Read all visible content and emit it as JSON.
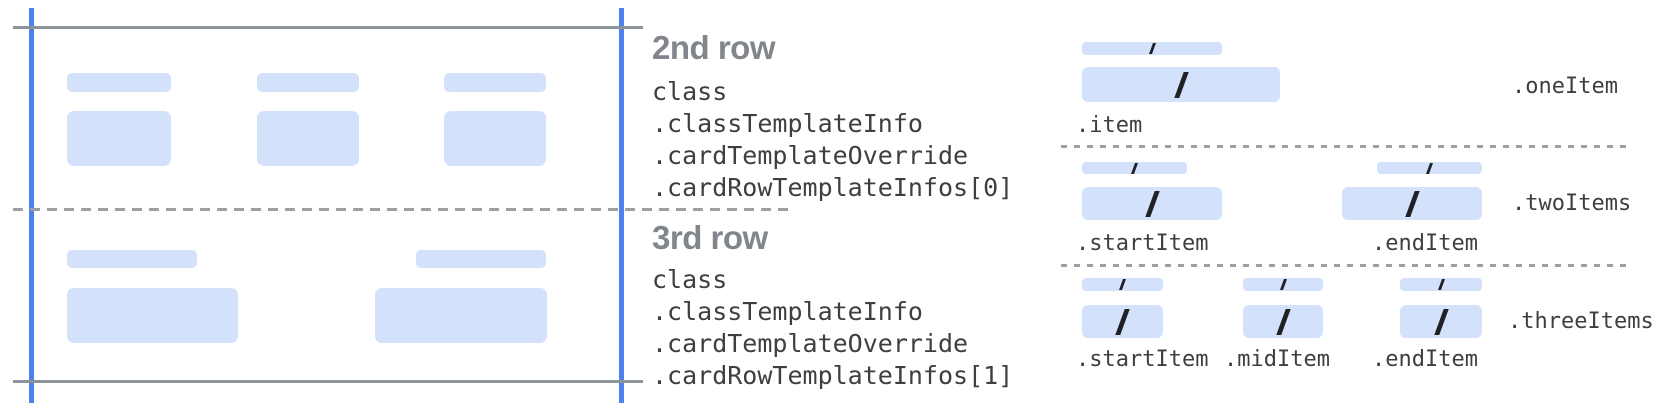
{
  "colors": {
    "accent_blue": "#4d82ee",
    "placeholder_blue": "#d4e1fb",
    "solid_line_gray": "#8e9398",
    "dashed_line_gray": "#9aa0a6",
    "heading_gray": "#80868b",
    "code_text": "#3c4043",
    "slash_dark": "#202124"
  },
  "card_rows": [
    {
      "heading": "2nd row",
      "code_lines": [
        "class",
        ".classTemplateInfo",
        ".cardTemplateOverride",
        ".cardRowTemplateInfos[0]"
      ]
    },
    {
      "heading": "3rd row",
      "code_lines": [
        "class",
        ".classTemplateInfo",
        ".cardTemplateOverride",
        ".cardRowTemplateInfos[1]"
      ]
    }
  ],
  "item_layouts": [
    {
      "layout_label": ".oneItem",
      "item_labels": [
        ".item"
      ]
    },
    {
      "layout_label": ".twoItems",
      "item_labels": [
        ".startItem",
        ".endItem"
      ]
    },
    {
      "layout_label": ".threeItems",
      "item_labels": [
        ".startItem",
        ".midItem",
        ".endItem"
      ]
    }
  ],
  "icons": {
    "slash": "/"
  }
}
